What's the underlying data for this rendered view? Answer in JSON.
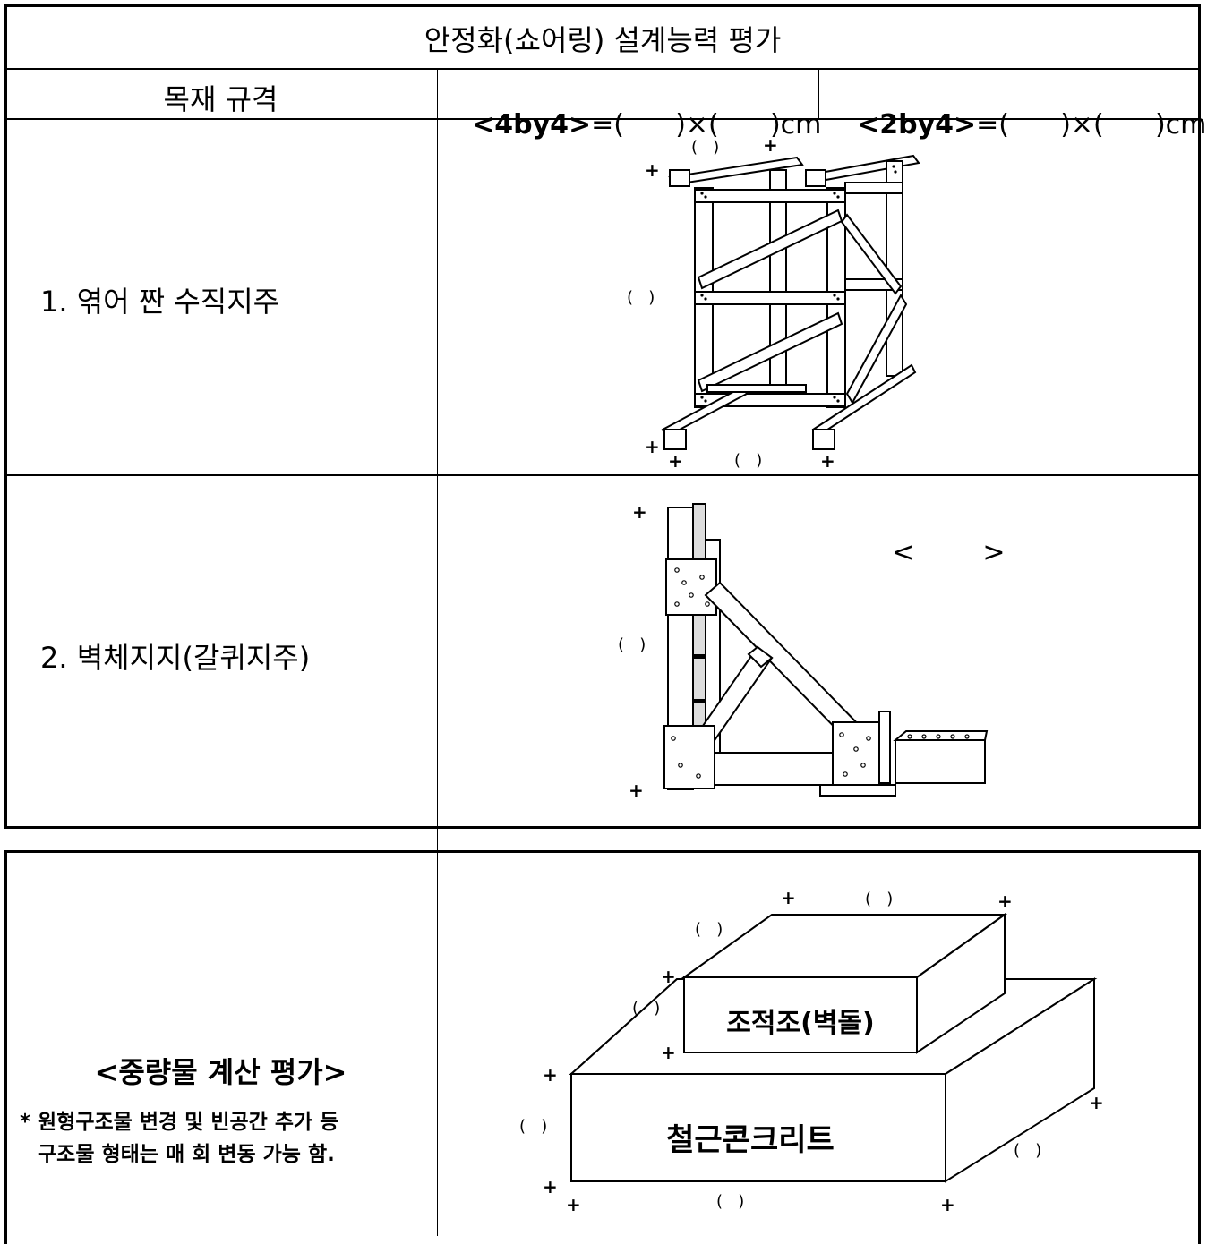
{
  "title": "안정화(쇼어링) 설계능력 평가",
  "spec": {
    "label": "목재 규격",
    "spec_4by4_name": "<4by4>",
    "spec_4by4_value": "=(      )×(      )cm",
    "spec_2by4_name": "<2by4>",
    "spec_2by4_value": "=(      )×(      )cm"
  },
  "rows": [
    {
      "label": "1. 엮어 짠 수직지주"
    },
    {
      "label": "2. 벽체지지(갈퀴지주)"
    }
  ],
  "row2_extra": "<        >",
  "blank_paren": "(   )",
  "plus_mark": "+",
  "weight": {
    "title": "<중량물 계산 평가>",
    "note_line1": "* 원형구조물 변경 및 빈공간 추가 등",
    "note_line2": "구조물 형태는 매 회 변동 가능 함.",
    "upper_block": "조적조(벽돌)",
    "lower_block": "철근콘크리트"
  }
}
